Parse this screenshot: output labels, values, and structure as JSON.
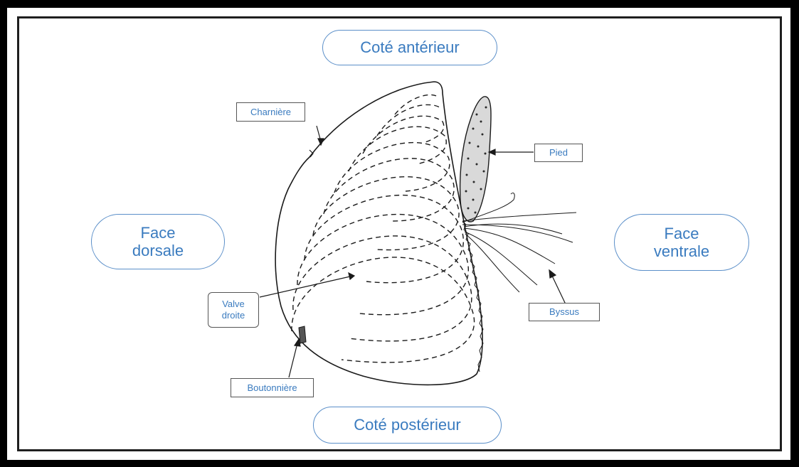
{
  "regions": {
    "anterior": "Coté antérieur",
    "posterior": "Coté postérieur",
    "dorsal_line1": "Face",
    "dorsal_line2": "dorsale",
    "ventral_line1": "Face",
    "ventral_line2": "ventrale"
  },
  "parts": {
    "hinge": "Charnière",
    "foot": "Pied",
    "byssus": "Byssus",
    "right_valve_line1": "Valve",
    "right_valve_line2": "droite",
    "buttonhole": "Boutonnière"
  },
  "colors": {
    "accent": "#3a7bbf",
    "oval_border": "#5b8fc9",
    "line": "#1a1a1a"
  }
}
